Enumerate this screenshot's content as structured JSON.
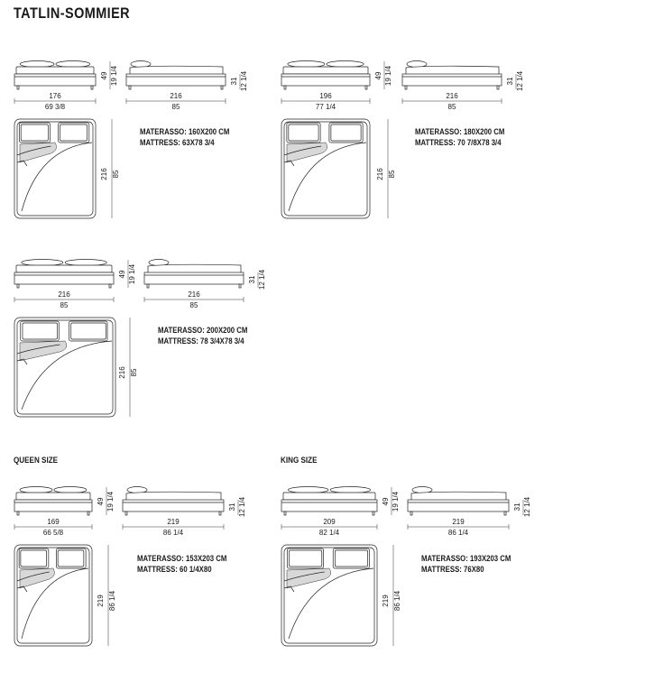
{
  "title": "TATLIN-SOMMIER",
  "beds": [
    {
      "section_label": "",
      "front_width_cm": "176",
      "front_width_in": "69 3/8",
      "height_cm": "49",
      "height_in": "19 1/4",
      "side_length_cm": "216",
      "side_length_in": "85",
      "base_height_cm": "31",
      "base_height_in": "12 1/4",
      "plan_length_cm": "216",
      "plan_length_in": "85",
      "mattress_it": "MATERASSO: 160X200 CM",
      "mattress_en": "MATTRESS: 63X78 3/4"
    },
    {
      "section_label": "",
      "front_width_cm": "196",
      "front_width_in": "77 1/4",
      "height_cm": "49",
      "height_in": "19 1/4",
      "side_length_cm": "216",
      "side_length_in": "85",
      "base_height_cm": "31",
      "base_height_in": "12 1/4",
      "plan_length_cm": "216",
      "plan_length_in": "85",
      "mattress_it": "MATERASSO: 180X200 CM",
      "mattress_en": "MATTRESS: 70 7/8X78 3/4"
    },
    {
      "section_label": "",
      "front_width_cm": "216",
      "front_width_in": "85",
      "height_cm": "49",
      "height_in": "19 1/4",
      "side_length_cm": "216",
      "side_length_in": "85",
      "base_height_cm": "31",
      "base_height_in": "12 1/4",
      "plan_length_cm": "216",
      "plan_length_in": "85",
      "mattress_it": "MATERASSO: 200X200 CM",
      "mattress_en": "MATTRESS: 78 3/4X78 3/4"
    },
    {
      "section_label": "QUEEN SIZE",
      "front_width_cm": "169",
      "front_width_in": "66 5/8",
      "height_cm": "49",
      "height_in": "19 1/4",
      "side_length_cm": "219",
      "side_length_in": "86 1/4",
      "base_height_cm": "31",
      "base_height_in": "12 1/4",
      "plan_length_cm": "219",
      "plan_length_in": "86 1/4",
      "mattress_it": "MATERASSO: 153X203 CM",
      "mattress_en": "MATTRESS: 60 1/4X80"
    },
    {
      "section_label": "KING SIZE",
      "front_width_cm": "209",
      "front_width_in": "82 1/4",
      "height_cm": "49",
      "height_in": "19 1/4",
      "side_length_cm": "219",
      "side_length_in": "86 1/4",
      "base_height_cm": "31",
      "base_height_in": "12 1/4",
      "plan_length_cm": "219",
      "plan_length_in": "86 1/4",
      "mattress_it": "MATERASSO: 193X203 CM",
      "mattress_en": "MATTRESS: 76X80"
    }
  ]
}
